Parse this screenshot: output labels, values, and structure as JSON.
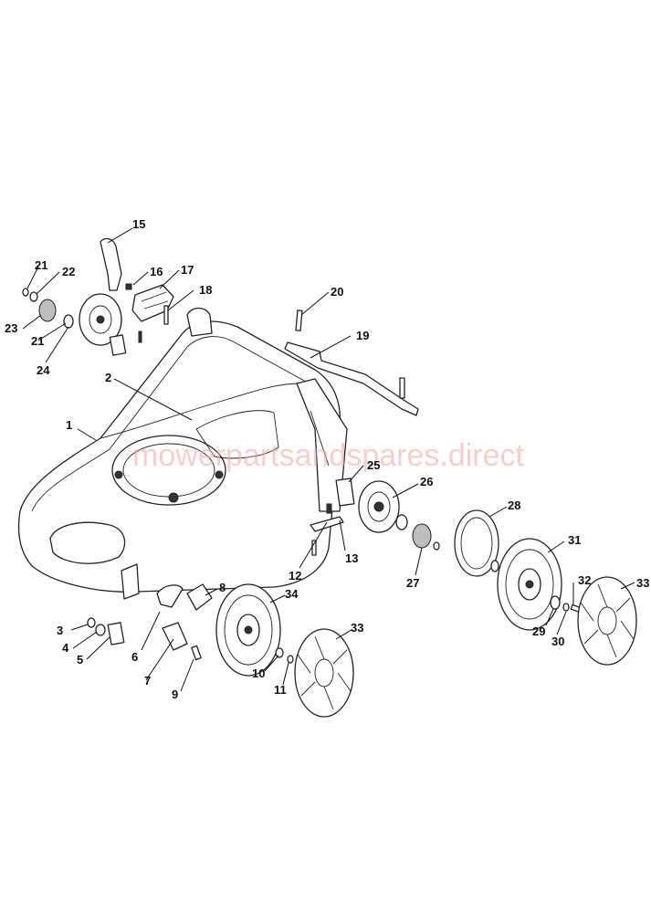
{
  "watermark": "mowerpartsandspares.direct",
  "labels": [
    "1",
    "2",
    "3",
    "4",
    "5",
    "6",
    "7",
    "8",
    "9",
    "10",
    "11",
    "12",
    "13",
    "15",
    "16",
    "17",
    "18",
    "19",
    "20",
    "21",
    "21",
    "22",
    "23",
    "24",
    "25",
    "26",
    "27",
    "28",
    "29",
    "30",
    "31",
    "32",
    "33",
    "33",
    "34"
  ]
}
